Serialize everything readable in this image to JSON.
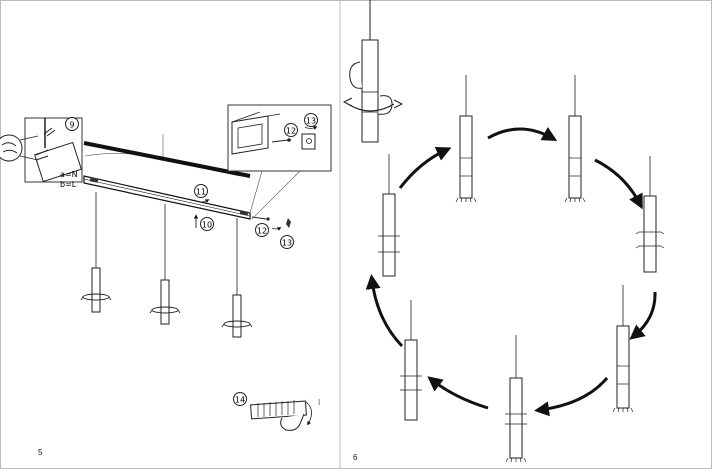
{
  "spread": {
    "left_page": {
      "page_number": "5",
      "wiring_labels": [
        "a=N",
        "b=L"
      ],
      "callouts": {
        "c9": "9",
        "c11": "11",
        "c10": "10",
        "c12a": "12",
        "c13a": "13",
        "c12b": "12",
        "c13b": "13",
        "c14": "14"
      },
      "switch_mark": "I"
    },
    "right_page": {
      "page_number": "6"
    }
  }
}
